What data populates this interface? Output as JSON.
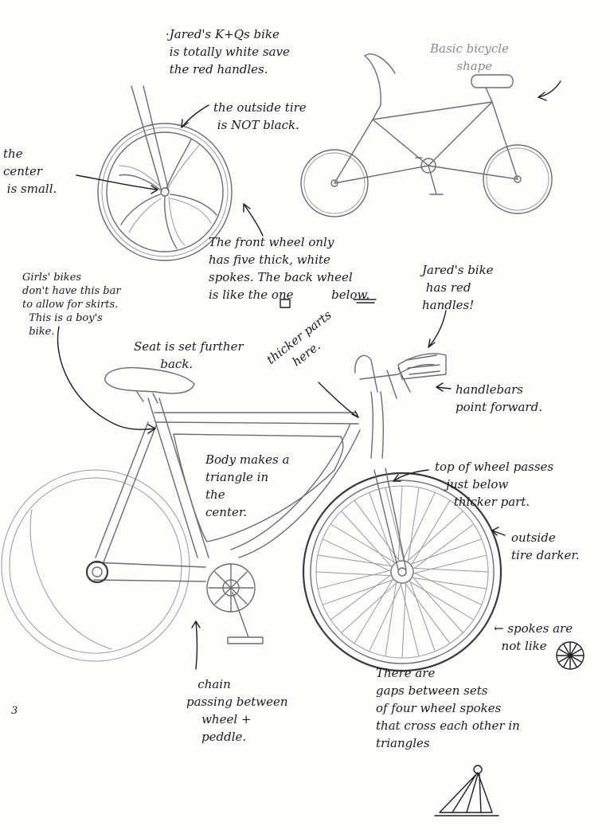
{
  "notes": {
    "jared_white": "·Jared's K+Qs bike\n is totally white save\n the red handles.",
    "basic_shape": "Basic bicycle\n       shape",
    "outside_tire": "the outside tire\n is NOT black.",
    "center_small": "the\ncenter\n is small.",
    "front_wheel": "The front wheel only\nhas five thick, white\nspokes. The back wheel\nis like the one          below.",
    "girls_bikes": "Girls' bikes\ndon't have this bar\nto allow for skirts.\n  This is a boy's\n  bike.",
    "jared_red": "Jared's bike\n has red\nhandles!",
    "seat_back": "Seat is set further\n       back.",
    "thicker_parts": "thicker parts\n     here.",
    "handlebars": "handlebars\npoint forward.",
    "body_triangle": "Body makes a\ntriangle in\nthe\ncenter.",
    "top_of_wheel": "top of wheel passes\n   just below\n     thicker part.",
    "outside_tire_darker": "outside\ntire darker.",
    "spokes_not_like": "← spokes are\n  not like",
    "gaps": "There are\ngaps between sets\nof four wheel spokes\nthat cross each other in\ntriangles",
    "chain": "   chain\npassing between\n    wheel +\n    peddle.",
    "page_mark": "3"
  },
  "colors": {
    "paper": "#fdfdfc",
    "ink": "#1e1e1e",
    "pencil": "#6d6d6d",
    "faint_pencil": "#8a8a8a"
  }
}
